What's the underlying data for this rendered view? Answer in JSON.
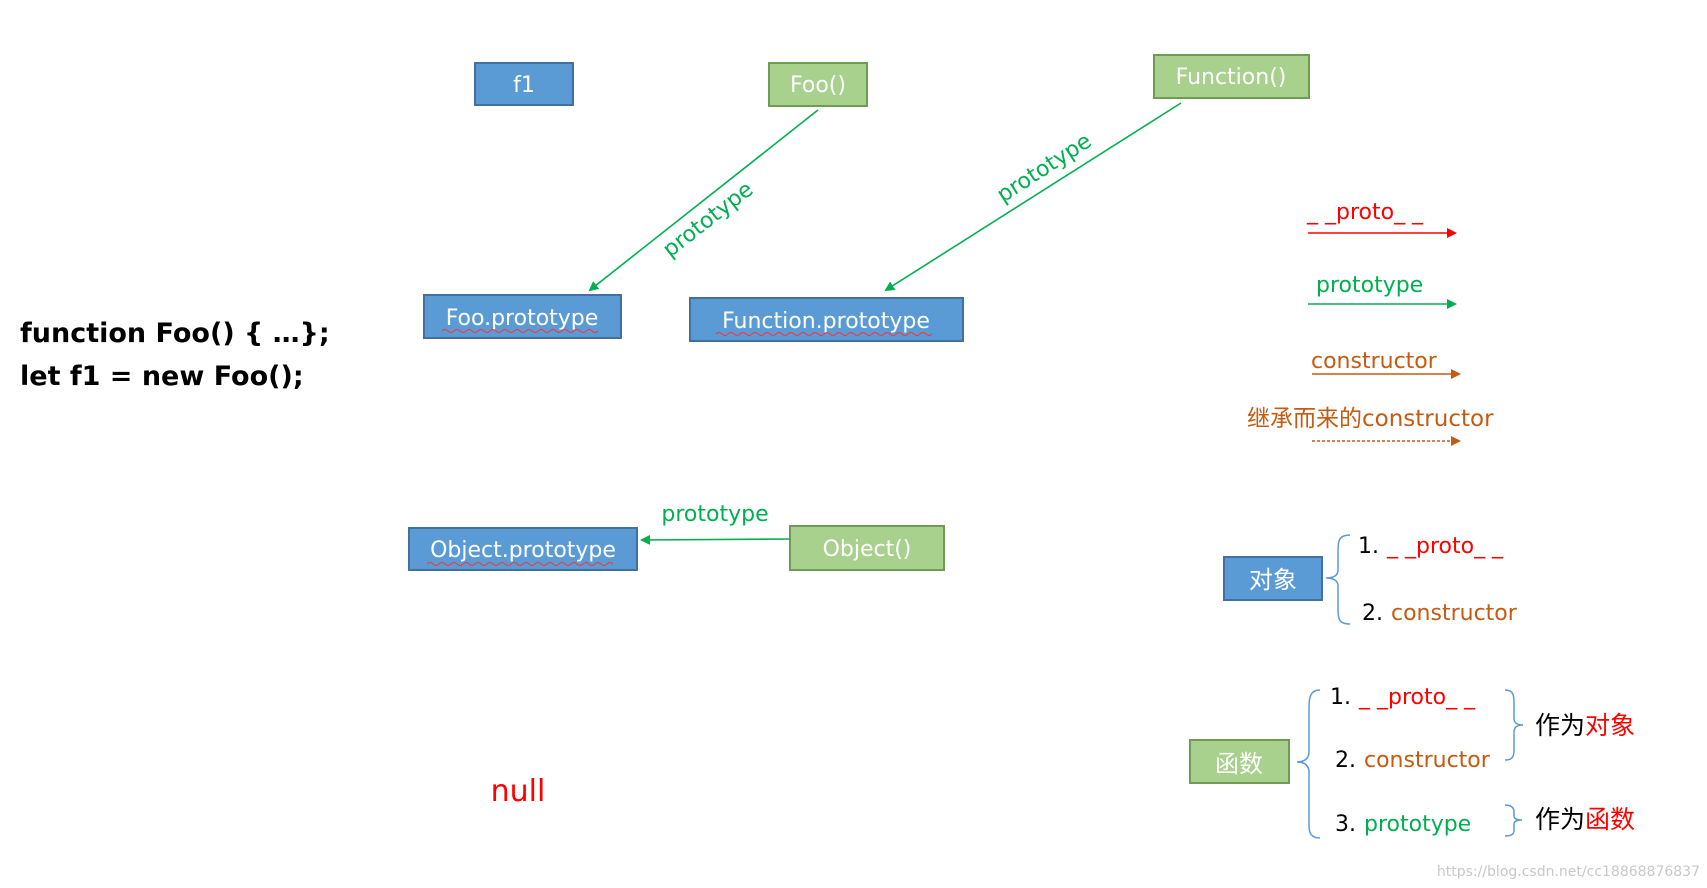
{
  "code": {
    "line1": "function Foo() { …};",
    "line2": "let f1 = new Foo();"
  },
  "nodes": {
    "f1": "f1",
    "foo": "Foo()",
    "function": "Function()",
    "foo_prototype": "Foo.prototype",
    "function_prototype": "Function.prototype",
    "object_prototype": "Object.prototype",
    "object": "Object()",
    "null": "null"
  },
  "edges": {
    "foo_to_foo_prototype": "prototype",
    "function_to_function_prototype": "prototype",
    "object_to_object_prototype": "prototype"
  },
  "legend": {
    "proto": "_ _proto_ _",
    "prototype": "prototype",
    "constructor": "constructor",
    "inherited_prefix": "继承而来的",
    "inherited_suffix": "constructor"
  },
  "object_group": {
    "label": "对象",
    "item1_num": "1.",
    "item1_text": "_ _proto_ _",
    "item2_num": "2.",
    "item2_text": "constructor"
  },
  "function_group": {
    "label": "函数",
    "item1_num": "1.",
    "item1_text": "_ _proto_ _",
    "item2_num": "2.",
    "item2_text": "constructor",
    "item3_num": "3.",
    "item3_text": "prototype",
    "as_object_prefix": "作为",
    "as_object_suffix": "对象",
    "as_function_prefix": "作为",
    "as_function_suffix": "函数"
  },
  "watermark": "https://blog.csdn.net/cc18868876837",
  "colors": {
    "blue_fill": "#5b9bd5",
    "blue_stroke": "#41719c",
    "green_fill": "#a9d18e",
    "green_stroke": "#6f9b55",
    "proto": "#ff0000",
    "prototype": "#00b050",
    "constructor": "#c55a11",
    "bracket": "#5b9bd5"
  }
}
